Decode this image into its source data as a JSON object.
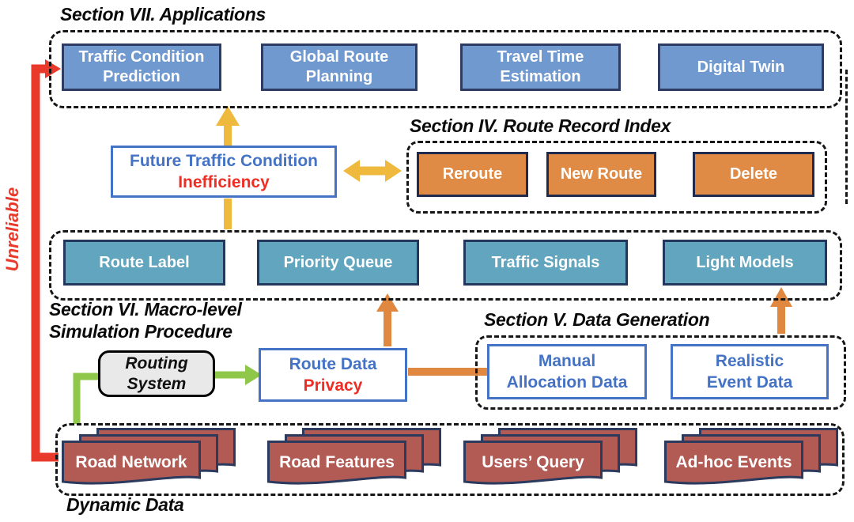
{
  "colors": {
    "application_box_fill": "#7099cf",
    "index_box_fill": "#df8a45",
    "simulation_box_fill": "#61a5be",
    "data_card_fill": "#b25b54",
    "box_border_navy": "#2e3b63",
    "outline_box_border": "#4472c4",
    "blue_text": "#4472c4",
    "red_text": "#ee2e24",
    "arrow_yellow": "#eeb93d",
    "arrow_green": "#8fc74a",
    "arrow_orange": "#e0883f",
    "arrow_red": "#e8392a"
  },
  "sections": {
    "applications": {
      "title": "Section VII. Applications",
      "boxes": [
        "Traffic Condition Prediction",
        "Global Route Planning",
        "Travel Time Estimation",
        "Digital Twin"
      ]
    },
    "route_record_index": {
      "title": "Section IV. Route Record Index",
      "boxes": [
        "Reroute",
        "New Route",
        "Delete"
      ]
    },
    "macro_simulation": {
      "title_line1": "Section VI. Macro-level",
      "title_line2": "Simulation Procedure",
      "boxes": [
        "Route Label",
        "Priority Queue",
        "Traffic Signals",
        "Light Models"
      ]
    },
    "data_generation": {
      "title": "Section V. Data Generation",
      "boxes": [
        {
          "line1": "Manual",
          "line2": "Allocation Data"
        },
        {
          "line1": "Realistic",
          "line2": "Event Data"
        }
      ]
    },
    "dynamic_data": {
      "title": "Dynamic Data",
      "stacks": [
        "Road Network",
        "Road Features",
        "Users’ Query",
        "Ad-hoc Events"
      ]
    }
  },
  "nodes": {
    "future_traffic_condition": {
      "line1": "Future Traffic Condition",
      "line2": "Inefficiency"
    },
    "routing_system": {
      "line1": "Routing",
      "line2": "System"
    },
    "route_data_privacy": {
      "line1": "Route Data",
      "line2": "Privacy"
    }
  },
  "labels": {
    "unreliable": "Unreliable"
  }
}
